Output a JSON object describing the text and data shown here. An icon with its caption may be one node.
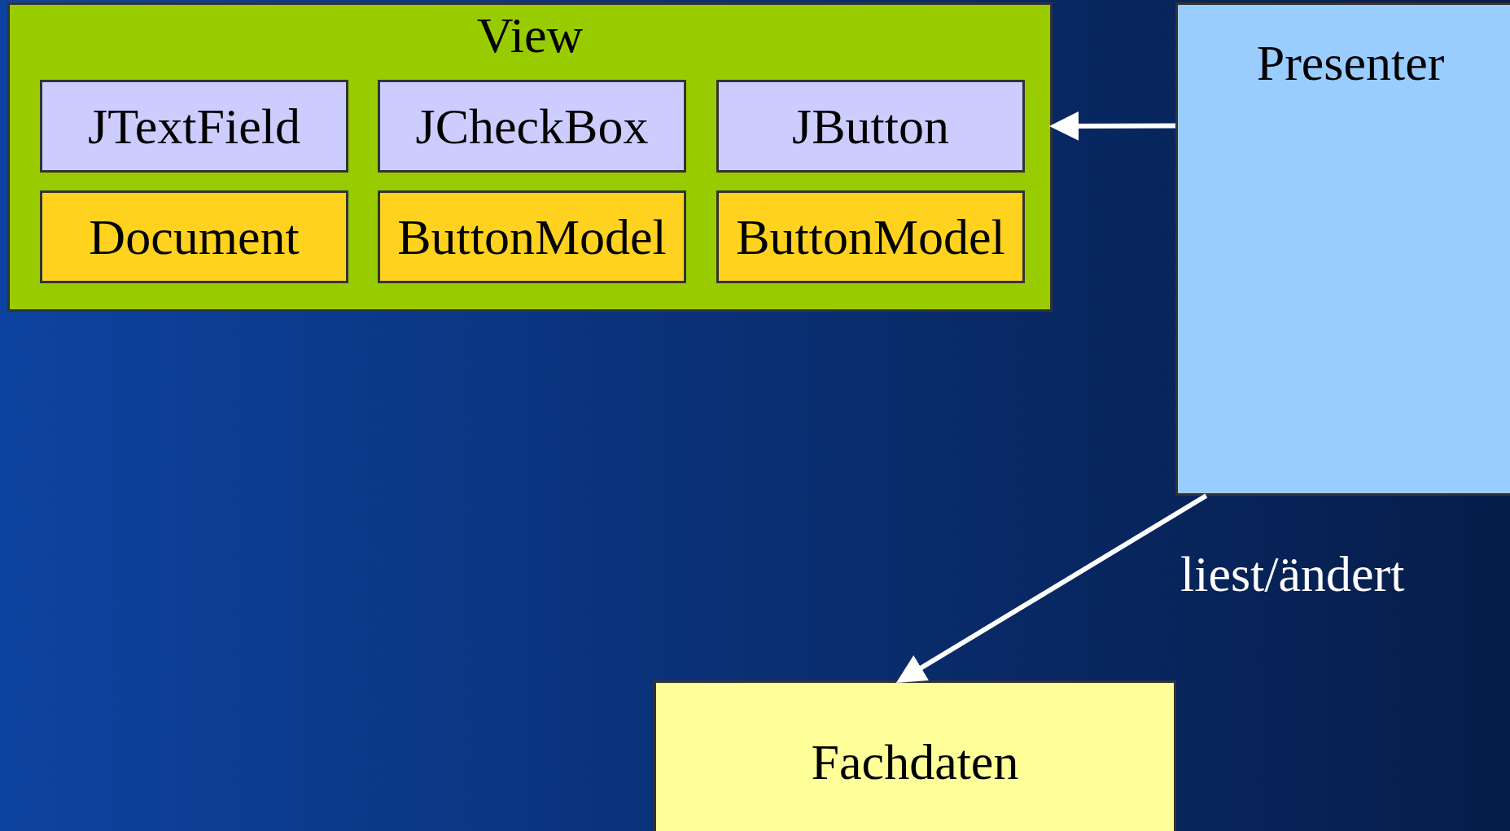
{
  "diagram": {
    "nodes": [
      {
        "text": [
          "View"
        ]
      },
      {
        "text": [
          "JTextField"
        ],
        "in": 0
      },
      {
        "text": [
          "JCheckBox"
        ],
        "in": 0
      },
      {
        "text": [
          "JButton"
        ],
        "in": 0
      },
      {
        "text": [
          "Document"
        ],
        "in": 0
      },
      {
        "text": [
          "ButtonModel"
        ],
        "in": 0
      },
      {
        "text": [
          "ButtonModel"
        ],
        "in": 0
      },
      {
        "text": [
          "Presenter"
        ]
      },
      {
        "text": [
          "Fachdaten"
        ]
      }
    ],
    "edges": [
      {
        "from": 7,
        "to": 0,
        "arrow": "to"
      },
      {
        "from": 7,
        "to": 8,
        "arrow": "to",
        "label": "liest/ändert"
      }
    ]
  }
}
